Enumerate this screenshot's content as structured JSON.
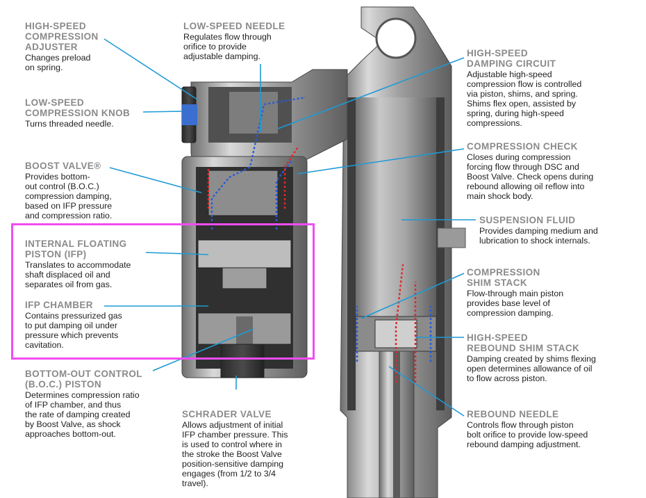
{
  "colors": {
    "leader": "#1e9ad6",
    "title": "#8a8a8a",
    "highlight": "#f24cf2",
    "oil_flow": "#2a5bd6",
    "gas_flow": "#e02828"
  },
  "labels": {
    "hs_comp_adjuster": {
      "title": "HIGH-SPEED\nCOMPRESSION\nADJUSTER",
      "desc": "Changes preload\non spring."
    },
    "ls_comp_knob": {
      "title": "LOW-SPEED\nCOMPRESSION KNOB",
      "desc": "Turns threaded needle."
    },
    "boost_valve": {
      "title": "BOOST VALVE®",
      "desc": "Provides bottom-\nout control (B.O.C.)\ncompression damping,\nbased on IFP pressure\nand compression ratio."
    },
    "ifp": {
      "title": "INTERNAL FLOATING\nPISTON (IFP)",
      "desc": "Translates to accommodate\nshaft displaced oil and\nseparates oil from gas."
    },
    "ifp_chamber": {
      "title": "IFP CHAMBER",
      "desc": "Contains pressurized gas\nto put damping oil under\npressure which prevents\ncavitation."
    },
    "boc_piston": {
      "title": "BOTTOM-OUT CONTROL\n(B.O.C.) PISTON",
      "desc": "Determines compression ratio\nof IFP chamber, and thus\nthe rate of damping created\nby Boost Valve, as shock\napproaches bottom-out."
    },
    "ls_needle": {
      "title": "LOW-SPEED NEEDLE",
      "desc": "Regulates flow through\norifice to provide\nadjustable damping."
    },
    "schrader": {
      "title": "SCHRADER VALVE",
      "desc": "Allows adjustment of initial\nIFP chamber pressure. This\nis used to control where in\nthe stroke the Boost Valve\nposition-sensitive damping\nengages (from 1/2 to 3/4\ntravel)."
    },
    "hs_damping": {
      "title": "HIGH-SPEED\nDAMPING CIRCUIT",
      "desc": "Adjustable high-speed\ncompression flow is controlled\nvia piston, shims, and spring.\nShims flex open, assisted by\nspring, during high-speed\ncompressions."
    },
    "comp_check": {
      "title": "COMPRESSION CHECK",
      "desc": "Closes during compression\nforcing flow through DSC and\nBoost Valve. Check opens during\nrebound allowing oil reflow into\nmain shock body."
    },
    "susp_fluid": {
      "title": "SUSPENSION FLUID",
      "desc": "Provides damping medium and\nlubrication to shock internals."
    },
    "comp_shim": {
      "title": "COMPRESSION\nSHIM STACK",
      "desc": "Flow-through main piston\nprovides base level of\ncompression damping."
    },
    "hs_rebound_shim": {
      "title": "HIGH-SPEED\nREBOUND SHIM STACK",
      "desc": "Damping created by shims flexing\nopen determines allowance of oil\nto flow across piston."
    },
    "rebound_needle": {
      "title": "REBOUND NEEDLE",
      "desc": "Controls flow through piston\nbolt orifice to provide low-speed\nrebound damping adjustment."
    }
  }
}
